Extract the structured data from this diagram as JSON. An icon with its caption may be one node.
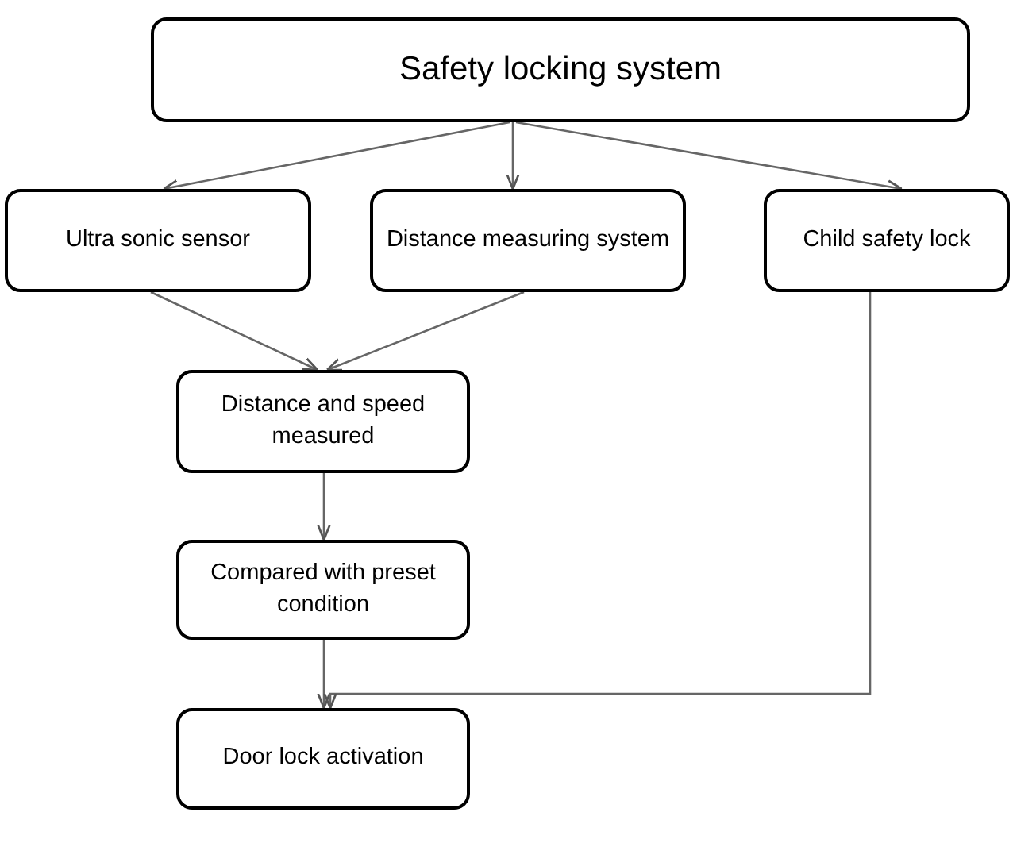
{
  "diagram": {
    "nodes": [
      {
        "text": [
          "Safety locking system"
        ]
      },
      {
        "text": [
          "Ultra sonic sensor"
        ]
      },
      {
        "text": [
          "Distance measuring system"
        ]
      },
      {
        "text": [
          "Child safety lock"
        ]
      },
      {
        "text": [
          "Distance and speed measured"
        ]
      },
      {
        "text": [
          "Compared with preset condition"
        ]
      },
      {
        "text": [
          "Door lock activation"
        ]
      }
    ],
    "edges": [
      {
        "from": 0,
        "to": 1,
        "arrow": "to"
      },
      {
        "from": 0,
        "to": 2,
        "arrow": "to"
      },
      {
        "from": 0,
        "to": 3,
        "arrow": "to"
      },
      {
        "from": 1,
        "to": 4,
        "arrow": "to"
      },
      {
        "from": 2,
        "to": 4,
        "arrow": "to"
      },
      {
        "from": 4,
        "to": 5,
        "arrow": "to"
      },
      {
        "from": 5,
        "to": 6,
        "arrow": "to"
      },
      {
        "from": 3,
        "to": 6,
        "arrow": "to"
      }
    ]
  }
}
